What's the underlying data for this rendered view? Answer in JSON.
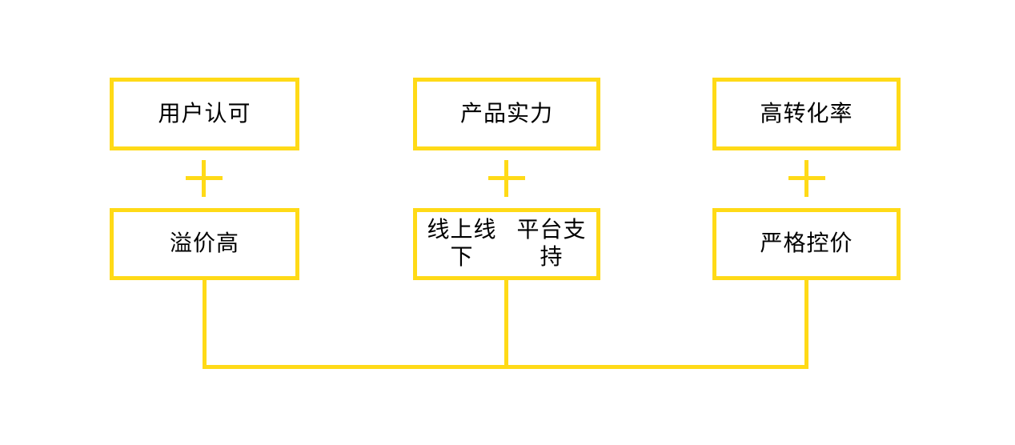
{
  "colors": {
    "accent": "#FFDA17",
    "text": "#000000",
    "background": "#FFFFFF"
  },
  "boxes": {
    "top_left": {
      "label": "用户认可"
    },
    "top_middle": {
      "label": "产品实力"
    },
    "top_right": {
      "label": "高转化率"
    },
    "bottom_left": {
      "label": "溢价高"
    },
    "bottom_middle": {
      "line1": "线上线下",
      "line2": "平台支持"
    },
    "bottom_right": {
      "label": "严格控价"
    }
  },
  "operators": {
    "plus_symbol": "+"
  }
}
